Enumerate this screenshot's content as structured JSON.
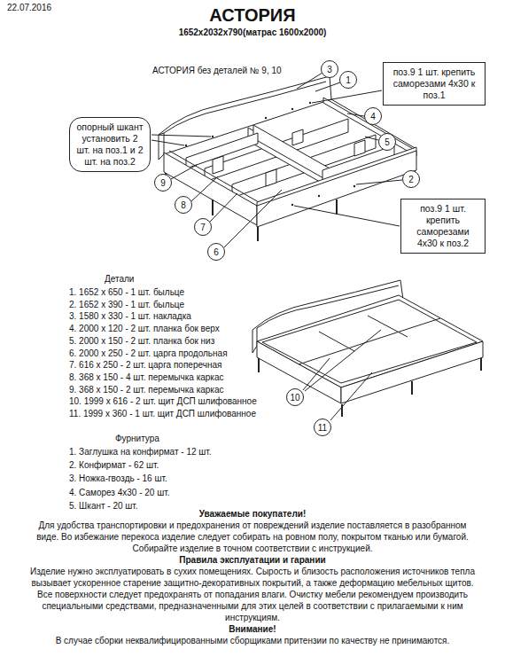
{
  "diagram": {
    "title": "АСТОРИЯ",
    "nodes": [
      {
        "text": [
          "3"
        ]
      },
      {
        "text": [
          "поз.9 1 шт. крепить саморезами 4х30 к поз.1"
        ]
      },
      {
        "text": [
          "1"
        ]
      },
      {
        "text": [
          "опорный шкант установить 2 шт. на поз.1 и 2 шт. на поз.2"
        ]
      },
      {
        "text": [
          "4"
        ]
      },
      {
        "text": [
          "5"
        ]
      },
      {
        "text": [
          "2"
        ]
      },
      {
        "text": [
          "9"
        ]
      },
      {
        "text": [
          "8"
        ]
      },
      {
        "text": [
          "поз.9 1 шт. крепить саморезами 4х30 к поз.2"
        ]
      },
      {
        "text": [
          "7"
        ]
      },
      {
        "text": [
          "6"
        ]
      },
      {
        "text": [
          "10"
        ]
      },
      {
        "text": [
          "11"
        ]
      }
    ],
    "labels": [
      "22.07.2016",
      "1652х2032х790(матрас 1600х2000)",
      "АСТОРИЯ без деталей № 9, 10",
      "Детали",
      "1. 1652 х 650 - 1 шт. быльце",
      "2. 1652 х 390 - 1 шт. быльце",
      "3. 1580 х 330 - 1 шт. накладка",
      "4. 2000 х 120 - 2 шт. планка бок верх",
      "5. 2000 х 150 - 2 шт. планка бок низ",
      "6. 2000 х 250 - 2 шт. царга продольная",
      "7. 616 х 250 - 2 шт. царга поперечная",
      "8. 368 х 150 - 4 шт. перемычка каркас",
      "9. 368 х 150 - 2 шт. перемычка каркас",
      "10. 1999 х 616 - 2 шт. щит ДСП шлифованное",
      "11. 1999 х 360 - 1 шт. щит ДСП шлифованное",
      "Фурнитура",
      "1. Заглушка на конфирмат - 12 шт.",
      "2. Конфирмат - 62 шт.",
      "3. Ножка-гвоздь - 16 шт.",
      "4. Саморез 4х30 - 20 шт.",
      "5. Шкант - 20 шт.",
      "Уважаемые покупатели!",
      "Для удобства транспортировки и предохранения от повреждений изделие поставляется в разобранном виде. Во избежание перекоса изделие следует собирать на ровном полу, покрытом тканью или бумагой. Собирайте изделие в точном соответствии с инструкцией.",
      "Правила эксплуатации и гарании",
      "Изделие нужно эксплуатировать в сухих помещениях. Сырость и близость расположения источников тепла вызывает ускоренное старение защитно-декоративных покрытий, а также деформацию мебельных щитов. Все поверхности следует предохранять от попадания влаги. Очистку мебели рекомендуем производить специальными средствами, предназначенными для этих целей в соответствии с прилагаемыми к ним инструкциям.",
      "Внимание!",
      "В случае сборки неквалифицированными сборщиками притензии по качеству не принимаются."
    ]
  }
}
